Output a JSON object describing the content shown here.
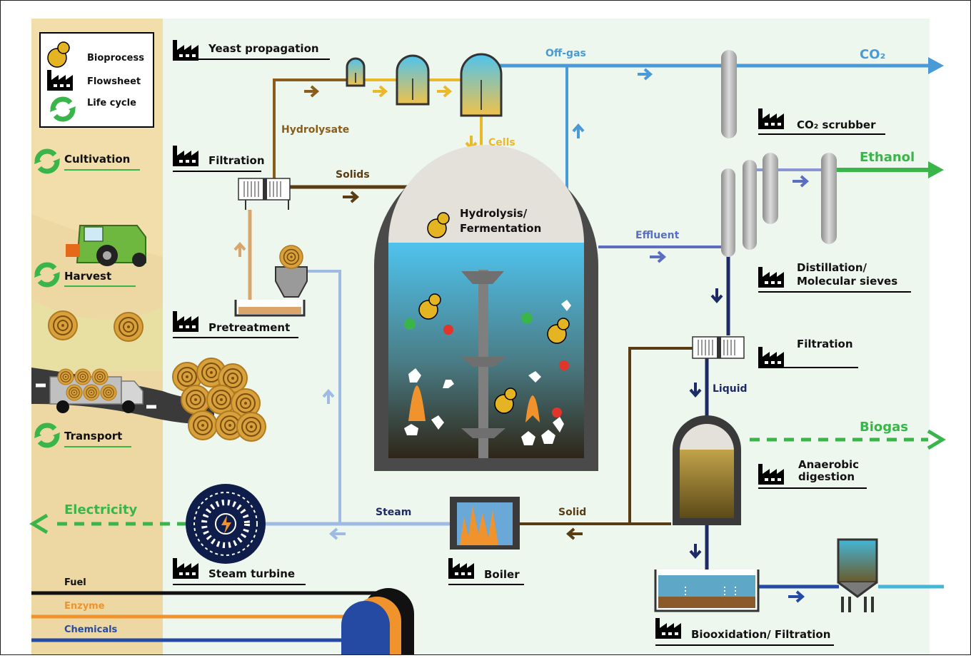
{
  "colors": {
    "background": "#eef7ee",
    "field": "#f2deab",
    "offgas": "#4a9ad8",
    "hydrolysate": "#8a5d1c",
    "cells": "#e9b92a",
    "solids": "#5a3c12",
    "pretreat": "#d9a56a",
    "steam": "#9fbbe3",
    "effluent": "#5a6fc0",
    "liquid": "#1e2a66",
    "ethanol": "#3ab54a",
    "fuel": "#111111",
    "enzyme": "#f0932c",
    "chemicals": "#244aa3"
  },
  "legend": {
    "bioprocess": "Bioprocess",
    "flowsheet": "Flowsheet",
    "lifecycle": "Life cycle"
  },
  "lifecycle_steps": [
    "Cultivation",
    "Harvest",
    "Transport"
  ],
  "units": {
    "yeast": "Yeast propagation",
    "filtration1": "Filtration",
    "pretreatment": "Pretreatment",
    "reactor_line1": "Hydrolysis/",
    "reactor_line2": "Fermentation",
    "scrubber": "CO₂ scrubber",
    "distill_line1": "Distillation/",
    "distill_line2": "Molecular sieves",
    "filtration2": "Filtration",
    "ad_line1": "Anaerobic",
    "ad_line2": "digestion",
    "biooxidation": "Biooxidation/ Filtration",
    "boiler": "Boiler",
    "turbine": "Steam turbine"
  },
  "streams": {
    "offgas": "Off-gas",
    "hydrolysate": "Hydrolysate",
    "cells": "Cells",
    "solids": "Solids",
    "effluent": "Effluent",
    "liquid": "Liquid",
    "steam": "Steam",
    "solid": "Solid"
  },
  "products": {
    "co2": "CO₂",
    "ethanol": "Ethanol",
    "biogas": "Biogas",
    "electricity": "Electricity"
  },
  "inputs": {
    "fuel": "Fuel",
    "enzyme": "Enzyme",
    "chemicals": "Chemicals"
  }
}
